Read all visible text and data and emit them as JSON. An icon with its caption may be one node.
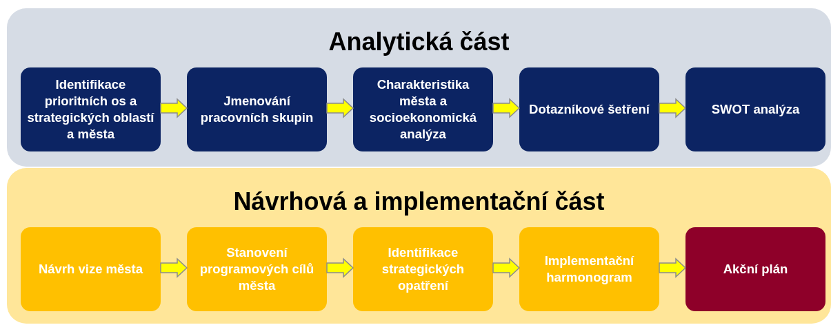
{
  "diagram": {
    "nodes": [
      {
        "text": [
          "Analytická část"
        ]
      },
      {
        "text": [
          "Identifikace prioritních os a strategických oblastí a města"
        ],
        "in": 0
      },
      {
        "text": [
          "Jmenování pracovních skupin"
        ],
        "in": 0
      },
      {
        "text": [
          "Charakteristika města a socioekonomická analýza"
        ],
        "in": 0
      },
      {
        "text": [
          "Dotazníkové šetření"
        ],
        "in": 0
      },
      {
        "text": [
          "SWOT analýza"
        ],
        "in": 0
      },
      {
        "text": [
          "Návrhová a implementační část"
        ]
      },
      {
        "text": [
          "Návrh vize města"
        ],
        "in": 6
      },
      {
        "text": [
          "Stanovení programových cílů města"
        ],
        "in": 6
      },
      {
        "text": [
          "Identifikace strategických opatření"
        ],
        "in": 6
      },
      {
        "text": [
          "Implementační harmonogram"
        ],
        "in": 6
      },
      {
        "text": [
          "Akční plán"
        ],
        "in": 6
      }
    ],
    "edges": [
      {
        "from": 1,
        "to": 2,
        "arrow": "to"
      },
      {
        "from": 2,
        "to": 3,
        "arrow": "to"
      },
      {
        "from": 3,
        "to": 4,
        "arrow": "to"
      },
      {
        "from": 4,
        "to": 5,
        "arrow": "to"
      },
      {
        "from": 7,
        "to": 8,
        "arrow": "to"
      },
      {
        "from": 8,
        "to": 9,
        "arrow": "to"
      },
      {
        "from": 9,
        "to": 10,
        "arrow": "to"
      },
      {
        "from": 10,
        "to": 11,
        "arrow": "to"
      }
    ]
  }
}
